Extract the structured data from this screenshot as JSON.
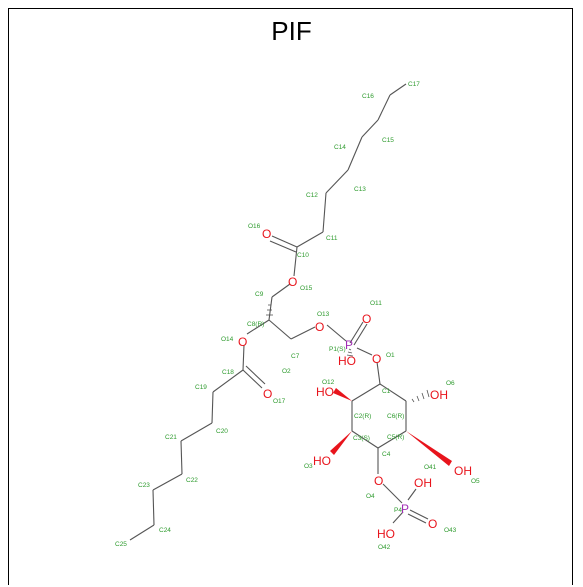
{
  "title": "PIF",
  "colors": {
    "bond": "#555555",
    "carbon_label": "#2e9b2e",
    "oxygen": "#e8141c",
    "phosphorus": "#a02cb4",
    "frame": "#000000"
  },
  "atom_labels": {
    "C17": "C17",
    "C16": "C16",
    "C15": "C15",
    "C14": "C14",
    "C13": "C13",
    "C12": "C12",
    "C11": "C11",
    "C10": "C10",
    "O16": "O16",
    "O15": "O15",
    "C9": "C9",
    "C8": "C8(R)",
    "O13": "O13",
    "O11": "O11",
    "P1": "P1(S)",
    "O14": "O14",
    "C7": "C7",
    "O2": "O2",
    "O1": "O1",
    "C18": "C18",
    "C19": "C19",
    "O17": "O17",
    "O12": "O12",
    "C1": "C1",
    "O6": "O6",
    "C2": "C2(R)",
    "C6": "C6(R)",
    "C20": "C20",
    "C21": "C21",
    "C3": "C3(S)",
    "C5": "C5(R)",
    "O3": "O3",
    "C4": "C4",
    "O41": "O41",
    "O5": "O5",
    "C22": "C22",
    "C23": "C23",
    "O4": "O4",
    "P4": "P4",
    "O43": "O43",
    "C24": "C24",
    "O42": "O42",
    "C25": "C25"
  },
  "group_labels": {
    "O15": "O",
    "O16": "O",
    "O13": "O",
    "O_eq": "O",
    "P1": "P",
    "O1": "O",
    "HO_P1": "HO",
    "O14": "O",
    "O17": "O",
    "HO_2": "HO",
    "OH_6": "OH",
    "HO_3": "HO",
    "OH_5": "OH",
    "O4": "O",
    "P4": "P",
    "OH_P4": "OH",
    "O43": "O",
    "HO_P4": "HO"
  }
}
